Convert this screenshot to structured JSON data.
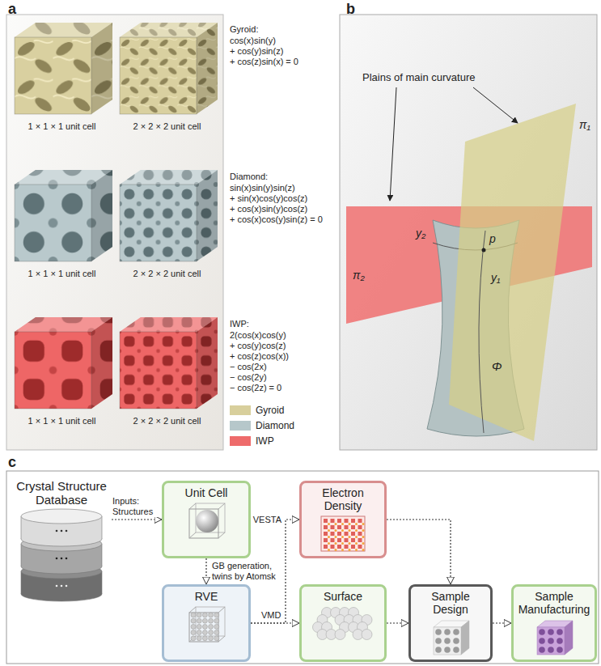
{
  "diagram": {
    "nodes": [
      {
        "text": [
          "Crystal Structure Database"
        ]
      },
      {
        "text": [
          "Unit Cell"
        ]
      },
      {
        "text": [
          "Electron Density"
        ]
      },
      {
        "text": [
          "RVE"
        ]
      },
      {
        "text": [
          "Surface"
        ]
      },
      {
        "text": [
          "Sample Design"
        ]
      },
      {
        "text": [
          "Sample Manufacturing"
        ]
      }
    ],
    "edges": [
      {
        "from": 0,
        "to": 1,
        "arrow": "to",
        "label": "Inputs: Structures"
      },
      {
        "from": 1,
        "to": 3,
        "arrow": "to",
        "label": "GB generation, twins by Atomsk"
      },
      {
        "from": 3,
        "to": 2,
        "arrow": "to",
        "label": "VESTA"
      },
      {
        "from": 3,
        "to": 4,
        "arrow": "to",
        "label": "VMD"
      },
      {
        "from": 2,
        "to": 5,
        "arrow": "to"
      },
      {
        "from": 4,
        "to": 5,
        "arrow": "to"
      },
      {
        "from": 5,
        "to": 6,
        "arrow": "to"
      }
    ],
    "labels": [
      "a",
      "b",
      "c",
      "1 × 1 × 1 unit cell",
      "2 × 2 × 2 unit cell",
      "1 × 1 × 1 unit cell",
      "2 × 2 × 2 unit cell",
      "1 × 1 × 1 unit cell",
      "2 × 2 × 2 unit cell",
      "Gyroid:",
      "cos(x)sin(y) + cos(y)sin(z) + cos(z)sin(x) = 0",
      "Diamond:",
      "sin(x)sin(y)sin(z) + sin(x)cos(y)cos(z) + cos(x)sin(y)cos(z) + cos(x)cos(y)sin(z) = 0",
      "IWP:",
      "2(cos(x)cos(y) + cos(y)cos(z) + cos(z)cos(x)) − cos(2x) − cos(2y) − cos(2z) = 0",
      "Plains of main curvature",
      "π₁",
      "π₂",
      "y₂",
      "p",
      "y₁",
      "Φ"
    ],
    "legend": [
      {
        "text": "Gyroid",
        "color": "#d8cf9c"
      },
      {
        "text": "Diamond",
        "color": "#b6c7ca"
      },
      {
        "text": "IWP",
        "color": "#ee6b6b"
      }
    ]
  }
}
